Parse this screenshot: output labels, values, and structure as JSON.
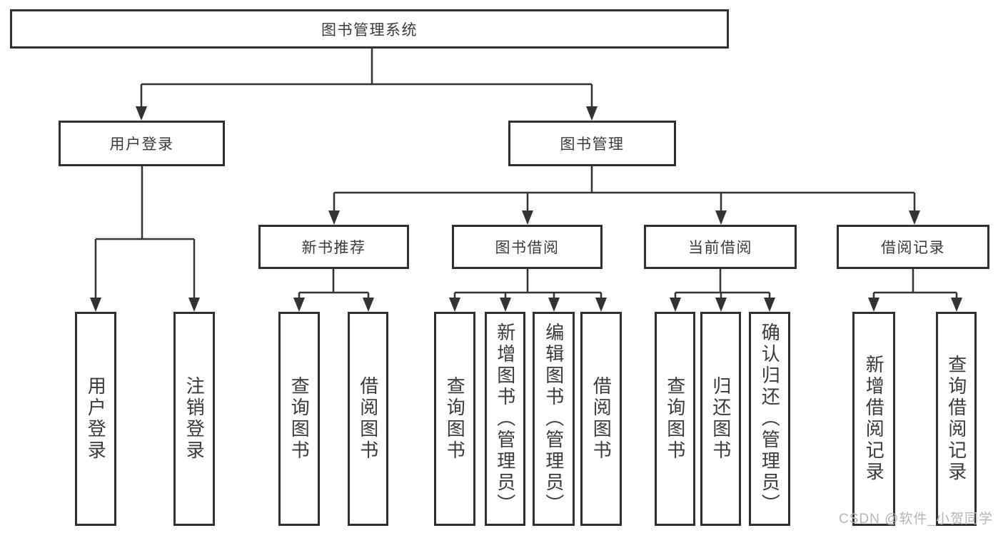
{
  "diagram": {
    "root": {
      "label": "图书管理系统"
    },
    "branches": [
      {
        "label": "用户登录",
        "children": [
          {
            "label": "用户登录"
          },
          {
            "label": "注销登录"
          }
        ]
      },
      {
        "label": "图书管理",
        "children": [
          {
            "label": "新书推荐",
            "children": [
              {
                "label": "查询图书"
              },
              {
                "label": "借阅图书"
              }
            ]
          },
          {
            "label": "图书借阅",
            "children": [
              {
                "label": "查询图书"
              },
              {
                "label": "新增图书（管理员）"
              },
              {
                "label": "编辑图书（管理员）"
              },
              {
                "label": "借阅图书"
              }
            ]
          },
          {
            "label": "当前借阅",
            "children": [
              {
                "label": "查询图书"
              },
              {
                "label": "归还图书"
              },
              {
                "label": "确认归还（管理员）"
              }
            ]
          },
          {
            "label": "借阅记录",
            "children": [
              {
                "label": "新增借阅记录"
              },
              {
                "label": "查询借阅记录"
              }
            ]
          }
        ]
      }
    ]
  },
  "watermark": {
    "text": "CSDN @软件_小贺同学"
  },
  "colors": {
    "line": "#333333",
    "node-border": "#2f2f2f",
    "text": "#3a3a3a",
    "watermark": "#b5b5b5",
    "background": "#ffffff"
  }
}
